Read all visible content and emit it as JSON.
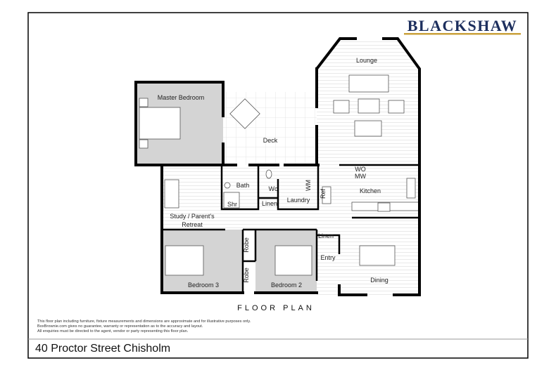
{
  "brand": {
    "logo_text": "BLACKSHAW",
    "navy": "#1d2f5e",
    "gold": "#c9a13b"
  },
  "plan_title": "FLOOR PLAN",
  "rooms": {
    "lounge": "Lounge",
    "master_bedroom": "Master Bedroom",
    "deck": "Deck",
    "bath": "Bath",
    "shr": "Shr",
    "wc": "Wc",
    "laundry": "Laundry",
    "linen_laundry": "Linen",
    "wm": "WM",
    "ref": "Ref",
    "wo": "WO",
    "mw": "MW",
    "kitchen": "Kitchen",
    "study_line1": "Study / Parent's",
    "study_line2": "Retreat",
    "bedroom3": "Bedroom 3",
    "robe1": "Robe",
    "robe2": "Robe",
    "bedroom2": "Bedroom 2",
    "linen_entry": "Linen",
    "entry": "Entry",
    "dining": "Dining"
  },
  "colors": {
    "bedroom_fill": "#d4d4d4",
    "floor_lines": "#e6e6e6"
  },
  "disclaimer": [
    "This floor plan including furniture, fixture measurements and dimensions are approximate and for illustrative purposes only.",
    "BoxBrownie.com gives no guarantee, warranty or representation as to the accuracy and layout.",
    "All enquiries must be directed to the agent, vendor or party representing this floor plan."
  ],
  "address": "40 Proctor Street Chisholm"
}
